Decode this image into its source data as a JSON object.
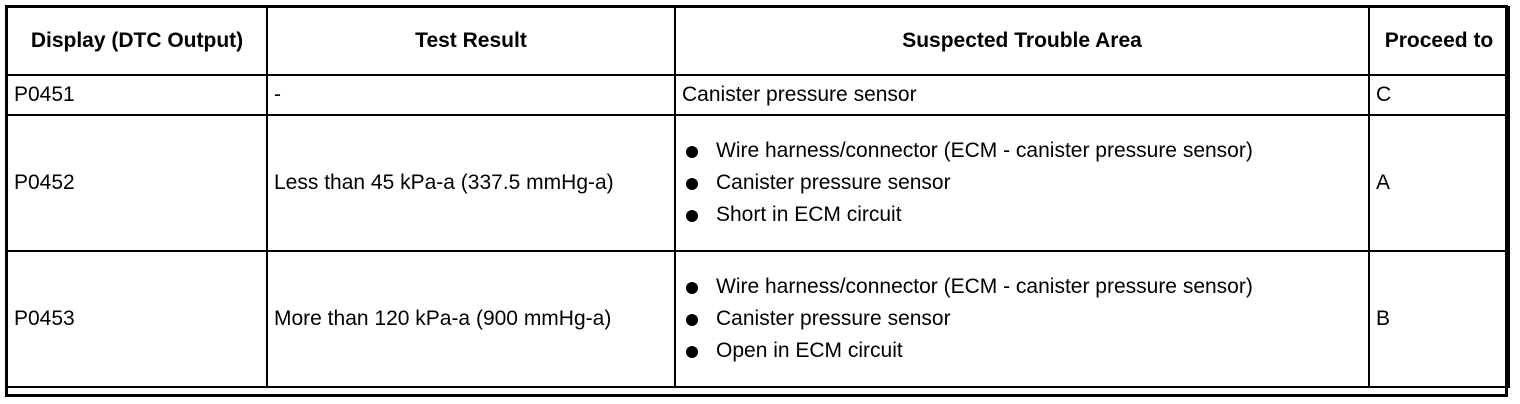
{
  "headers": {
    "display": "Display (DTC Output)",
    "result": "Test Result",
    "area": "Suspected Trouble Area",
    "proceed": "Proceed to"
  },
  "rows": [
    {
      "code": "P0451",
      "result": "-",
      "area_text": "Canister pressure sensor",
      "proceed": "C"
    },
    {
      "code": "P0452",
      "result": "Less than 45 kPa-a (337.5 mmHg-a)",
      "areas": [
        "Wire harness/connector (ECM - canister pressure sensor)",
        "Canister pressure sensor",
        "Short in ECM circuit"
      ],
      "proceed": "A"
    },
    {
      "code": "P0453",
      "result": "More than 120 kPa-a (900 mmHg-a)",
      "areas": [
        "Wire harness/connector (ECM - canister pressure sensor)",
        "Canister pressure sensor",
        "Open in ECM circuit"
      ],
      "proceed": "B"
    }
  ]
}
